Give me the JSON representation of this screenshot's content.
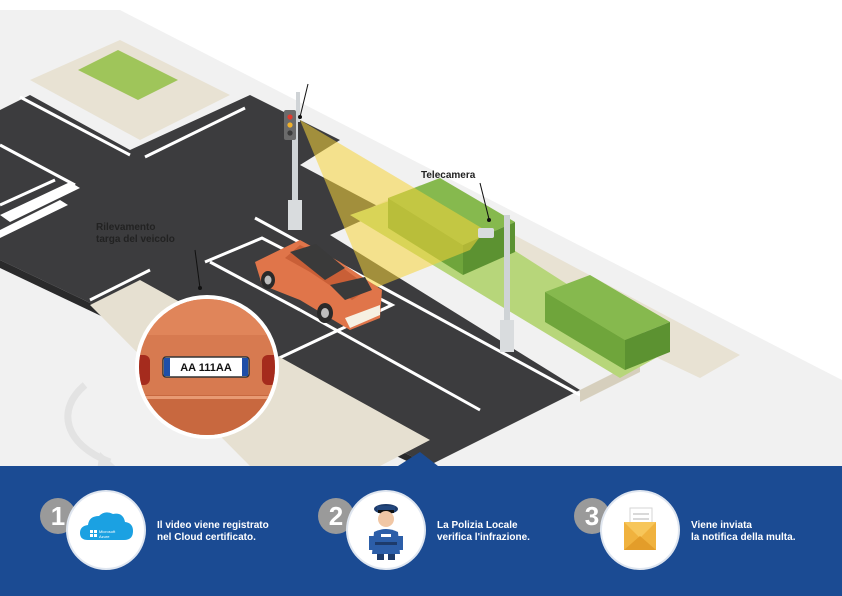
{
  "scene": {
    "telecamera_label": "Telecamera",
    "detection_label_line1": "Rilevamento",
    "detection_label_line2": "targa del veicolo",
    "plate_text": "AA 111AA"
  },
  "steps": [
    {
      "number": "1",
      "icon": "cloud-icon",
      "icon_text_line1": "Microsoft",
      "icon_text_line2": "Azure",
      "text_line1": "Il video viene registrato",
      "text_line2": "nel Cloud certificato."
    },
    {
      "number": "2",
      "icon": "police-officer-icon",
      "text_line1": "La Polizia Locale",
      "text_line2": "verifica l'infrazione."
    },
    {
      "number": "3",
      "icon": "envelope-icon",
      "text_line1": "Viene inviata",
      "text_line2": "la notifica della multa."
    }
  ],
  "colors": {
    "panel": "#1b4b93",
    "road": "#3c3c3e",
    "car": "#e0754a",
    "grass": "#9fc55a",
    "badge": "#9a9a9a",
    "camera_beam": "#f5d43a"
  }
}
